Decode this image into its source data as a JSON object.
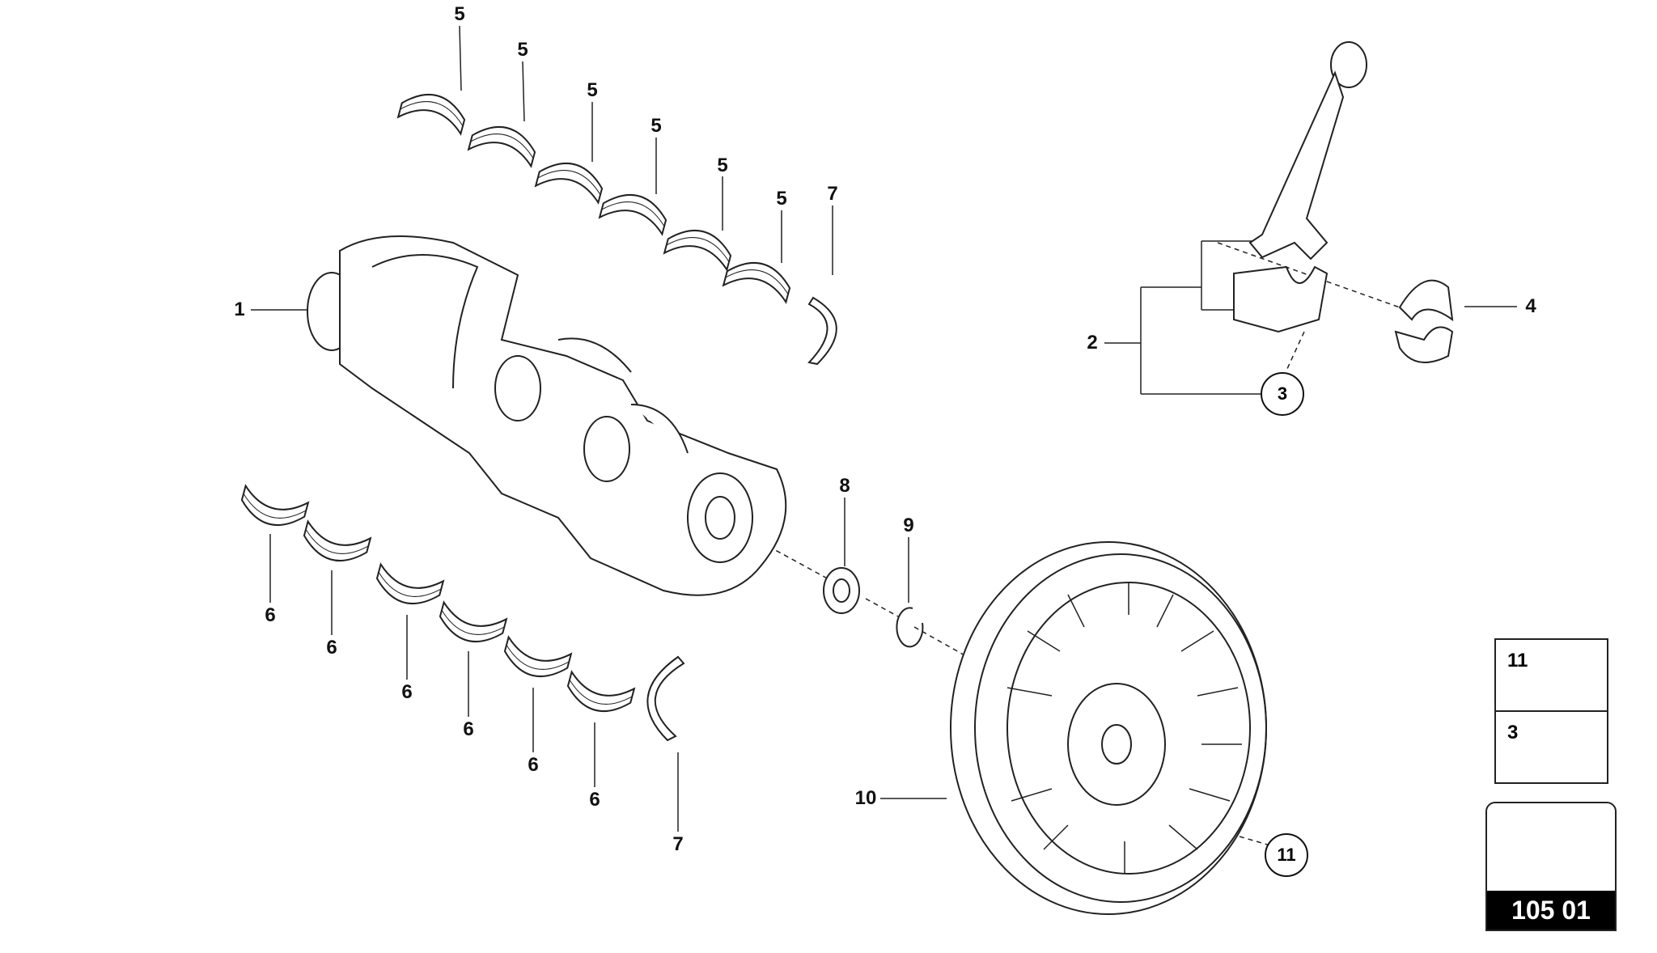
{
  "callouts": {
    "main_bearing_upper": [
      "5",
      "5",
      "5",
      "5",
      "5",
      "5"
    ],
    "main_bearing_lower": [
      "6",
      "6",
      "6",
      "6",
      "6",
      "6"
    ],
    "thrust_washer_upper": "7",
    "thrust_washer_lower": "7",
    "crankshaft": "1",
    "connecting_rod": "2",
    "rod_bolt": "3",
    "rod_bearing": "4",
    "seal": "8",
    "circlip": "9",
    "pulley": "10",
    "pulley_bolt": "11"
  },
  "legend": {
    "items": [
      {
        "number": "11",
        "icon": "bolt-icon"
      },
      {
        "number": "3",
        "icon": "rod-bolt-icon"
      }
    ]
  },
  "navigation": {
    "code": "105 01",
    "icon": "arrow-icon",
    "arrow_shade": "#8a8a8a"
  }
}
